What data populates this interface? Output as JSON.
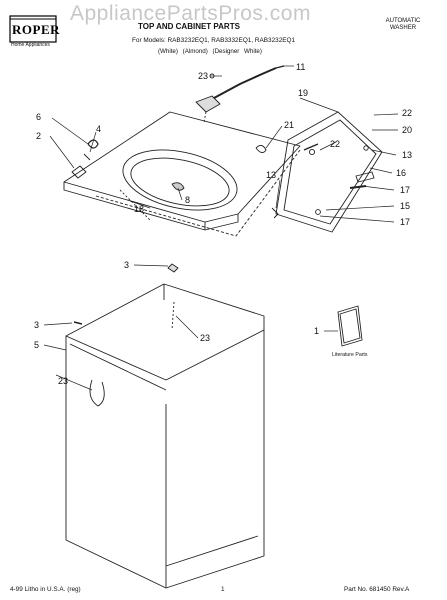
{
  "watermark": "AppliancePartsPros.com",
  "brand": {
    "logo": "ROPER",
    "tagline": "Home Appliances"
  },
  "header": {
    "title": "TOP AND CABINET PARTS",
    "models_line": "For Models: RAB3232EQ1, RAB3332EQ1, RAB3232EQ1",
    "variants": [
      "(White)",
      "(Almond)",
      "(Designer White)"
    ],
    "product_type": [
      "AUTOMATIC",
      "WASHER"
    ]
  },
  "diagram": {
    "literature_label": "Literature Parts",
    "callouts": [
      "23",
      "11",
      "19",
      "22",
      "6",
      "4",
      "21",
      "20",
      "2",
      "22",
      "13",
      "16",
      "18",
      "8",
      "13",
      "17",
      "15",
      "17",
      "3",
      "1",
      "3",
      "23",
      "5",
      "23"
    ]
  },
  "footer": {
    "left": "4-99 Litho in U.S.A. (reg)",
    "page": "1",
    "right": "Part No. 681450 Rev.A"
  }
}
